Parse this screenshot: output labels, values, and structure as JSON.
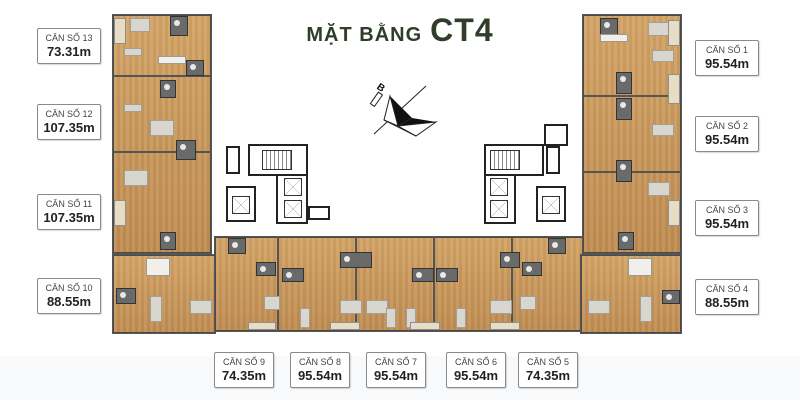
{
  "title": {
    "prefix": "MẶT BẰNG",
    "building": "CT4",
    "color": "#2f3d2a"
  },
  "compass": {
    "icon": "north-arrow-compass-icon",
    "label": "B"
  },
  "units": [
    {
      "id": 1,
      "name": "CĂN SỐ 1",
      "area": "95.54m"
    },
    {
      "id": 2,
      "name": "CĂN SỐ 2",
      "area": "95.54m"
    },
    {
      "id": 3,
      "name": "CĂN SỐ 3",
      "area": "95.54m"
    },
    {
      "id": 4,
      "name": "CĂN SỐ 4",
      "area": "88.55m"
    },
    {
      "id": 5,
      "name": "CĂN SỐ 5",
      "area": "74.35m"
    },
    {
      "id": 6,
      "name": "CĂN SỐ 6",
      "area": "95.54m"
    },
    {
      "id": 7,
      "name": "CĂN SỐ 7",
      "area": "95.54m"
    },
    {
      "id": 8,
      "name": "CĂN SỐ 8",
      "area": "95.54m"
    },
    {
      "id": 9,
      "name": "CĂN SỐ 9",
      "area": "74.35m"
    },
    {
      "id": 10,
      "name": "CĂN SỐ 10",
      "area": "88.55m"
    },
    {
      "id": 11,
      "name": "CĂN SỐ 11",
      "area": "107.35m"
    },
    {
      "id": 12,
      "name": "CĂN SỐ 12",
      "area": "107.35m"
    },
    {
      "id": 13,
      "name": "CĂN SỐ 13",
      "area": "73.31m"
    }
  ],
  "colors": {
    "floor": "#c99a5e",
    "wall": "#4b4b4b",
    "label_border": "#8a8a8a"
  }
}
